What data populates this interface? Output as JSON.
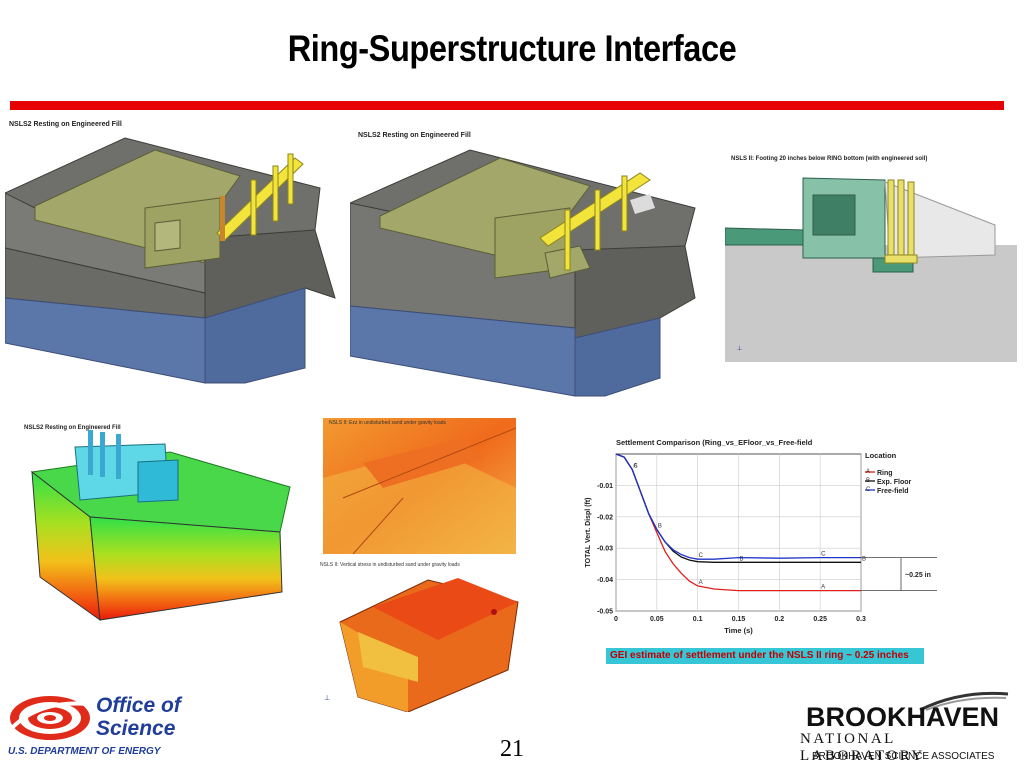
{
  "slide": {
    "title": "Ring-Superstructure Interface",
    "page_number": "21"
  },
  "panels": {
    "p1_label": "NSLS2 Resting on Engineered Fill",
    "p2_label": "NSLS2 Resting on Engineered Fill",
    "p3_label": "NSLS II: Footing 20 inches below RING bottom (with engineered soil)",
    "p4_label": "NSLS2 Resting on Engineered Fill",
    "p5_label": "NSLS II: Ezz in undisturbed sand under gravity loads",
    "p6_label": "NSLS II: Vertical stress in undisturbed sand under gravity loads"
  },
  "colors": {
    "accent_red": "#e60000",
    "soil_gray": "#6f706b",
    "soil_blue": "#5b76a8",
    "fill_olive": "#a3a86a",
    "beam_yellow": "#f2e43a"
  },
  "chart_data": {
    "type": "line",
    "title": "Settlement Comparison (Ring_vs_EFloor_vs_Free-field",
    "xlabel": "Time (s)",
    "ylabel": "TOTAL Vert. Displ (ft)",
    "xlim": [
      0,
      0.3
    ],
    "ylim": [
      -0.05,
      0
    ],
    "x_ticks": [
      "0",
      "0.05",
      "0.1",
      "0.15",
      "0.2",
      "0.25",
      "0.3"
    ],
    "y_ticks": [
      "-0.01",
      "-0.02",
      "-0.03",
      "-0.04",
      "-0.05"
    ],
    "grid": true,
    "legend_title": "Location",
    "legend_position": "top-right",
    "series": [
      {
        "name": "Ring",
        "marker": "A",
        "color": "#e0201c",
        "x": [
          0,
          0.01,
          0.02,
          0.03,
          0.04,
          0.05,
          0.06,
          0.07,
          0.08,
          0.09,
          0.1,
          0.12,
          0.15,
          0.2,
          0.25,
          0.3
        ],
        "y": [
          0,
          -0.001,
          -0.005,
          -0.012,
          -0.019,
          -0.025,
          -0.031,
          -0.035,
          -0.038,
          -0.0405,
          -0.042,
          -0.043,
          -0.0435,
          -0.0435,
          -0.0435,
          -0.0435
        ]
      },
      {
        "name": "Exp. Floor",
        "marker": "B",
        "color": "#111111",
        "x": [
          0,
          0.01,
          0.02,
          0.03,
          0.04,
          0.05,
          0.06,
          0.07,
          0.08,
          0.09,
          0.1,
          0.12,
          0.15,
          0.2,
          0.25,
          0.3
        ],
        "y": [
          0,
          -0.001,
          -0.005,
          -0.012,
          -0.019,
          -0.024,
          -0.028,
          -0.031,
          -0.0328,
          -0.0338,
          -0.0343,
          -0.0345,
          -0.0345,
          -0.0345,
          -0.0345,
          -0.0345
        ]
      },
      {
        "name": "Free-field",
        "marker": "C",
        "color": "#2035c8",
        "x": [
          0,
          0.01,
          0.02,
          0.03,
          0.04,
          0.05,
          0.06,
          0.07,
          0.08,
          0.09,
          0.1,
          0.12,
          0.15,
          0.2,
          0.25,
          0.3
        ],
        "y": [
          0,
          -0.001,
          -0.005,
          -0.012,
          -0.019,
          -0.024,
          -0.028,
          -0.0305,
          -0.032,
          -0.033,
          -0.0335,
          -0.0335,
          -0.033,
          -0.0332,
          -0.033,
          -0.033
        ]
      }
    ],
    "annotation": "~0.25 in",
    "caption": "GEI estimate of settlement under the NSLS II ring ~ 0.25 inches"
  },
  "logos": {
    "doe_line1": "Office of",
    "doe_line2": "Science",
    "doe_line3": "U.S. DEPARTMENT OF ENERGY",
    "bnl_main": "BROOKHAVEN",
    "bnl_sub": "NATIONAL LABORATORY",
    "bnl_assoc": "BROOKHAVEN SCIENCE ASSOCIATES"
  }
}
